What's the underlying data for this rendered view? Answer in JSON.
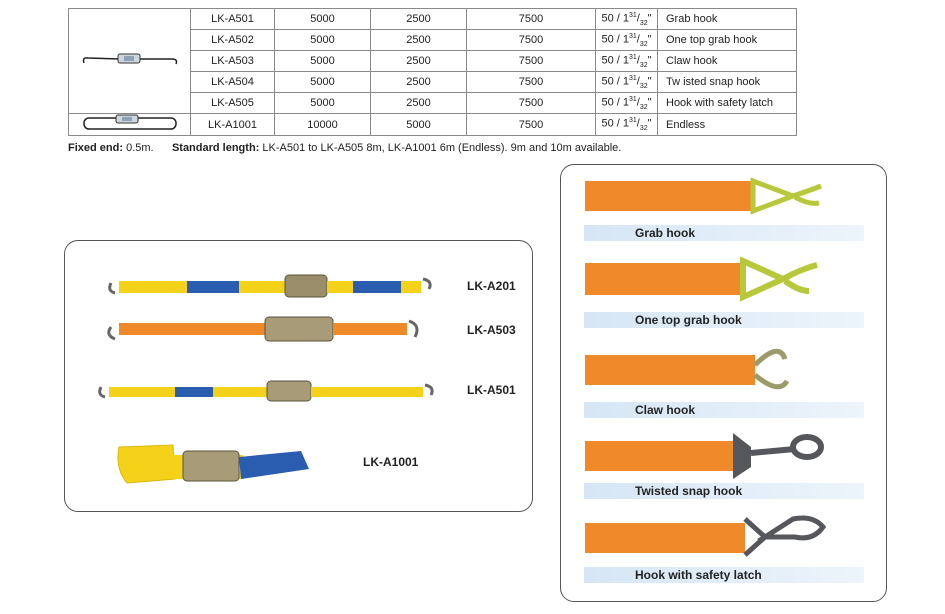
{
  "spec_table": {
    "rows": [
      {
        "model": "LK-A501",
        "v1": "5000",
        "v2": "2500",
        "v3": "7500",
        "width_prefix": "50 / 1",
        "width_num": "31",
        "width_den": "32",
        "width_suffix": "\"",
        "hook": "Grab hook"
      },
      {
        "model": "LK-A502",
        "v1": "5000",
        "v2": "2500",
        "v3": "7500",
        "width_prefix": "50 / 1",
        "width_num": "31",
        "width_den": "32",
        "width_suffix": "\"",
        "hook": "One top grab hook"
      },
      {
        "model": "LK-A503",
        "v1": "5000",
        "v2": "2500",
        "v3": "7500",
        "width_prefix": "50 / 1",
        "width_num": "31",
        "width_den": "32",
        "width_suffix": "\"",
        "hook": "Claw hook"
      },
      {
        "model": "LK-A504",
        "v1": "5000",
        "v2": "2500",
        "v3": "7500",
        "width_prefix": "50 / 1",
        "width_num": "31",
        "width_den": "32",
        "width_suffix": "\"",
        "hook": "Tw isted snap hook"
      },
      {
        "model": "LK-A505",
        "v1": "5000",
        "v2": "2500",
        "v3": "7500",
        "width_prefix": "50 / 1",
        "width_num": "31",
        "width_den": "32",
        "width_suffix": "\"",
        "hook": "Hook with safety latch"
      },
      {
        "model": "LK-A1001",
        "v1": "10000",
        "v2": "5000",
        "v3": "7500",
        "width_prefix": "50 / 1",
        "width_num": "31",
        "width_den": "32",
        "width_suffix": "\"",
        "hook": "Endless"
      }
    ]
  },
  "note": {
    "fixed_label": "Fixed end:",
    "fixed_value": "0.5m.",
    "standard_label": "Standard length:",
    "standard_value": "LK-A501 to LK-A505 8m, LK-A1001 6m (Endless).  9m and 10m available."
  },
  "products": [
    {
      "label": "LK-A201"
    },
    {
      "label": "LK-A503"
    },
    {
      "label": "LK-A501"
    },
    {
      "label": "LK-A1001"
    }
  ],
  "hooks": [
    {
      "label": "Grab hook"
    },
    {
      "label": "One top grab hook"
    },
    {
      "label": "Claw hook"
    },
    {
      "label": "Twisted snap hook"
    },
    {
      "label": "Hook with safety latch"
    }
  ],
  "colors": {
    "yellow_strap": "#f5d21a",
    "orange_strap": "#f0892a",
    "blue_strap": "#2a5db0",
    "metal": "#8a8a7a",
    "hook_green": "#b7c93a",
    "hook_dark": "#55575c"
  }
}
